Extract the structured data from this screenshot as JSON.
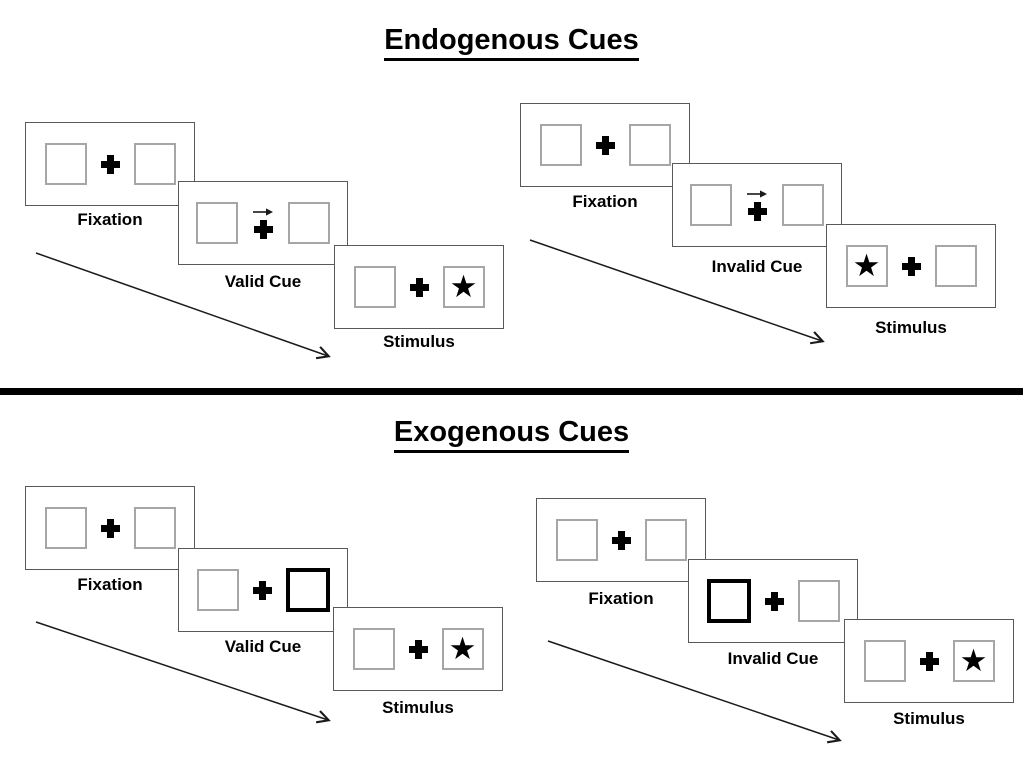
{
  "titles": {
    "endogenous": "Endogenous Cues",
    "exogenous": "Exogenous Cues"
  },
  "labels": {
    "fixation": "Fixation",
    "valid_cue": "Valid Cue",
    "invalid_cue": "Invalid Cue",
    "stimulus": "Stimulus"
  },
  "glyphs": {
    "star": "★",
    "cue_arrow_direction": "right"
  },
  "colors": {
    "ink": "#000000",
    "panel_border": "#595959",
    "square_border": "#a6a6a6",
    "bold_square_border": "#000000",
    "background": "#ffffff"
  },
  "conditions": [
    {
      "section": "Endogenous Cues",
      "condition": "Valid Cue",
      "cue": "arrow above fixation cross pointing right",
      "stimulus_star_side": "right"
    },
    {
      "section": "Endogenous Cues",
      "condition": "Invalid Cue",
      "cue": "arrow above fixation cross pointing right",
      "stimulus_star_side": "left"
    },
    {
      "section": "Exogenous Cues",
      "condition": "Valid Cue",
      "cue": "right box thick black border",
      "stimulus_star_side": "right"
    },
    {
      "section": "Exogenous Cues",
      "condition": "Invalid Cue",
      "cue": "left box thick black border",
      "stimulus_star_side": "right"
    }
  ]
}
